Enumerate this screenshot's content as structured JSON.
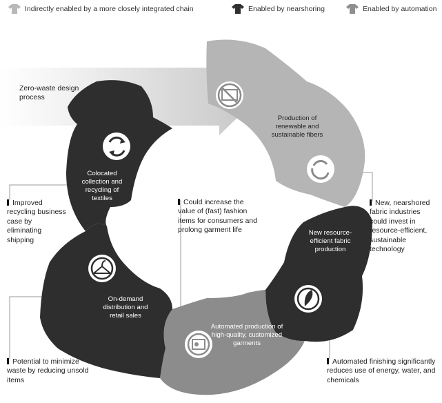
{
  "legend": [
    {
      "label": "Indirectly enabled by a more closely integrated chain",
      "color": "#b8b8b8",
      "icon": "shirt-light-icon"
    },
    {
      "label": "Enabled by nearshoring",
      "color": "#303030",
      "icon": "shirt-dark-icon"
    },
    {
      "label": "Enabled by automation",
      "color": "#8e8e8e",
      "icon": "shirt-mid-icon"
    }
  ],
  "start": {
    "label": "Zero-waste design process"
  },
  "stages": [
    {
      "id": "fibers",
      "label": "Production of renewable and sustainable fibers",
      "color": "#b5b5b5",
      "icon": "no-waste-icon"
    },
    {
      "id": "fabric",
      "label": "New resource-efficient fabric production",
      "color": "#2e2e2e",
      "icon": "hand-leaf-icon"
    },
    {
      "id": "garments",
      "label": "Automated production of high-quality, customized garments",
      "color": "#8c8c8c",
      "icon": "machine-icon"
    },
    {
      "id": "retail",
      "label": "On-demand distribution and retail sales",
      "color": "#2e2e2e",
      "icon": "hanger-icon"
    },
    {
      "id": "recycling",
      "label": "Colocated collection and recycling of textiles",
      "color": "#2e2e2e",
      "icon": "recycle-icon"
    }
  ],
  "callouts": [
    {
      "id": "recycling-note",
      "text": "Improved recycling business case by eliminating shipping"
    },
    {
      "id": "center-note",
      "text": "Could increase the value of (fast) fashion items for consumers and prolong garment life"
    },
    {
      "id": "nearshore-note",
      "text": "New, nearshored fabric industries could invest in resource-efficient, sustainable technology"
    },
    {
      "id": "waste-note",
      "text": "Potential to minimize waste by reducing unsold items"
    },
    {
      "id": "finishing-note",
      "text": "Automated finishing significantly reduces use of energy, water, and chemicals"
    }
  ]
}
